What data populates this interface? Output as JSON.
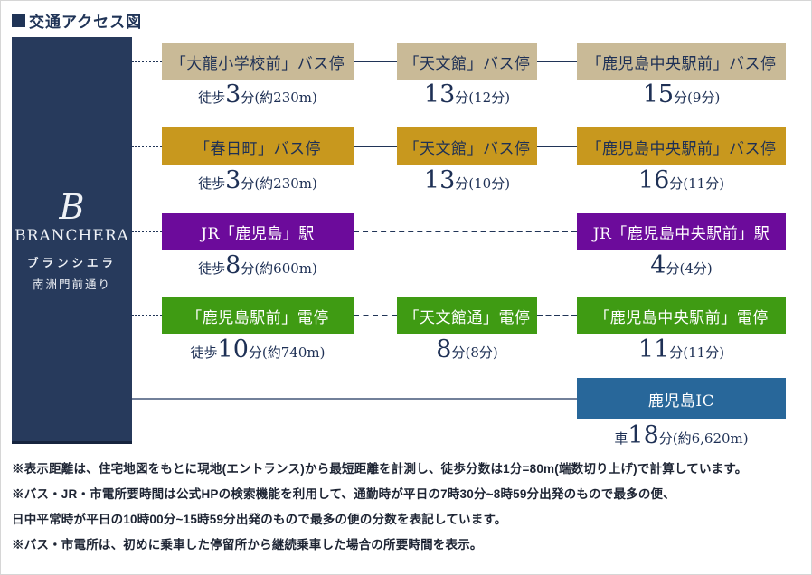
{
  "title": {
    "text": "交通アクセス図"
  },
  "property": {
    "initial": "B",
    "brand": "BRANCHERA",
    "kana": "ブランシエラ",
    "name": "南洲門前通り"
  },
  "routes": {
    "bus1": {
      "from": {
        "label": "「大龍小学校前」バス停",
        "walk_prefix": "徒歩",
        "walk_big": "3",
        "walk_suffix": "分(約230m)"
      },
      "via": {
        "label": "「天文館」バス停",
        "big": "13",
        "suffix": "分(12分)"
      },
      "to": {
        "label": "「鹿児島中央駅前」バス停",
        "big": "15",
        "suffix": "分(9分)"
      }
    },
    "bus2": {
      "from": {
        "label": "「春日町」バス停",
        "walk_prefix": "徒歩",
        "walk_big": "3",
        "walk_suffix": "分(約230m)"
      },
      "via": {
        "label": "「天文館」バス停",
        "big": "13",
        "suffix": "分(10分)"
      },
      "to": {
        "label": "「鹿児島中央駅前」バス停",
        "big": "16",
        "suffix": "分(11分)"
      }
    },
    "jr": {
      "from": {
        "label": "JR「鹿児島」駅",
        "walk_prefix": "徒歩",
        "walk_big": "8",
        "walk_suffix": "分(約600m)"
      },
      "to": {
        "label": "JR「鹿児島中央駅前」駅",
        "big": "4",
        "suffix": "分(4分)"
      }
    },
    "tram": {
      "from": {
        "label": "「鹿児島駅前」電停",
        "walk_prefix": "徒歩",
        "walk_big": "10",
        "walk_suffix": "分(約740m)"
      },
      "via": {
        "label": "「天文館通」電停",
        "big": "8",
        "suffix": "分(8分)"
      },
      "to": {
        "label": "「鹿児島中央駅前」電停",
        "big": "11",
        "suffix": "分(11分)"
      }
    },
    "car": {
      "to": {
        "label": "鹿児島IC",
        "prefix": "車",
        "big": "18",
        "suffix": "分(約6,620m)"
      }
    }
  },
  "notes": [
    "※表示距離は、住宅地図をもとに現地(エントランス)から最短距離を計測し、徒歩分数は1分=80m(端数切り上げ)で計算しています。",
    "※バス・JR・市電所要時間は公式HPの検索機能を利用して、通勤時が平日の7時30分~8時59分出発のもので最多の便、",
    "日中平常時が平日の10時00分~15時59分出発のもので最多の便の分数を表記しています。",
    "※バス・市電所は、初めに乗車した停留所から継続乗車した場合の所要時間を表示。"
  ],
  "colors": {
    "navy": "#273a5c",
    "beige": "#c9ba97",
    "gold": "#c8981e",
    "purple": "#6c0b9b",
    "green": "#3f9b13",
    "blue": "#28679a",
    "text_navy": "#1e3055",
    "line_slate": "#72809a"
  }
}
